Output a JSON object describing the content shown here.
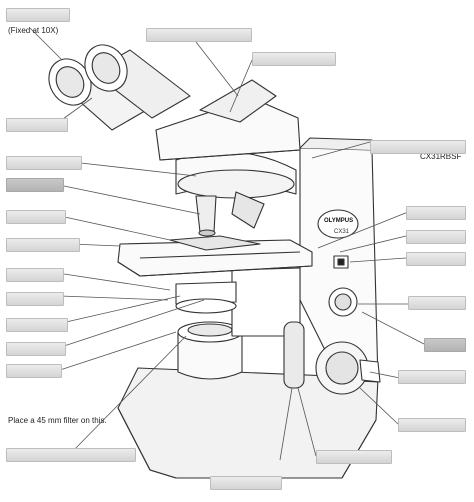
{
  "notes": {
    "fixed_at": "(Fixed at 10X)",
    "model": "CX31RBSF",
    "filter": "Place a 45 mm filter on this.",
    "brand": "OLYMPUS",
    "series": "CX31"
  },
  "label_count": 24
}
